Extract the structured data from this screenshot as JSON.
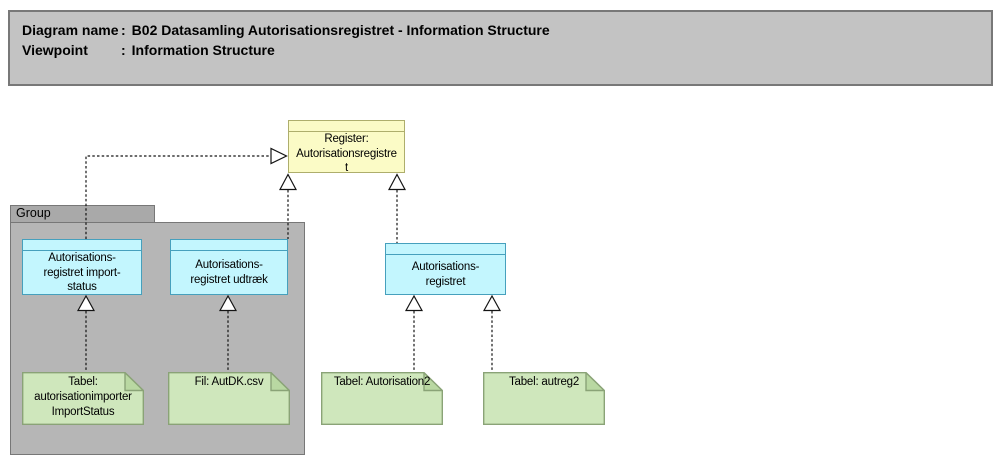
{
  "title_block": {
    "rows": [
      {
        "label": "Diagram name",
        "separator": ":",
        "value": "B02 Datasamling Autorisationsregistret - Information Structure"
      },
      {
        "label": "Viewpoint",
        "separator": ":",
        "value": "Information Structure"
      }
    ]
  },
  "group": {
    "label": "Group"
  },
  "nodes": {
    "register": {
      "label": "Register:\nAutorisationsregistre\nt",
      "type": "business-object"
    },
    "import_status": {
      "label": "Autorisations-\nregistret import-\nstatus",
      "type": "data-object"
    },
    "udtraek": {
      "label": "Autorisations-\nregistret udtræk",
      "type": "data-object"
    },
    "autoreg": {
      "label": "Autorisations-\nregistret",
      "type": "data-object"
    },
    "note_importstatus": {
      "label": "Tabel:\nautorisationimporter\nImportStatus",
      "type": "artifact"
    },
    "note_autdk": {
      "label": "Fil: AutDK.csv",
      "type": "artifact"
    },
    "note_autorisation2": {
      "label": "Tabel: Autorisation2",
      "type": "artifact"
    },
    "note_autreg2": {
      "label": "Tabel: autreg2",
      "type": "artifact"
    }
  },
  "relationships": [
    {
      "from": "Autorisations-registret import-status",
      "to": "Register: Autorisationsregistret",
      "type": "realization"
    },
    {
      "from": "Autorisations-registret udtræk",
      "to": "Register: Autorisationsregistret",
      "type": "realization"
    },
    {
      "from": "Autorisations-registret",
      "to": "Register: Autorisationsregistret",
      "type": "realization"
    },
    {
      "from": "Tabel: autorisationimporterImportStatus",
      "to": "Autorisations-registret import-status",
      "type": "realization"
    },
    {
      "from": "Fil: AutDK.csv",
      "to": "Autorisations-registret udtræk",
      "type": "realization"
    },
    {
      "from": "Tabel: Autorisation2",
      "to": "Autorisations-registret",
      "type": "realization"
    },
    {
      "from": "Tabel: autreg2",
      "to": "Autorisations-registret",
      "type": "realization"
    }
  ],
  "colors": {
    "title_fill": "#c3c3c3",
    "group_fill": "#b6b6b6",
    "business_yellow_fill": "#fbfbc6",
    "business_yellow_border": "#aeae6c",
    "data_cyan_fill": "#c3f6fe",
    "data_cyan_border": "#46a0bd",
    "artifact_green_fill": "#cfe7bc",
    "artifact_green_fold": "#b9d8a2",
    "artifact_green_border": "#8aa377",
    "connector": "#141414"
  }
}
